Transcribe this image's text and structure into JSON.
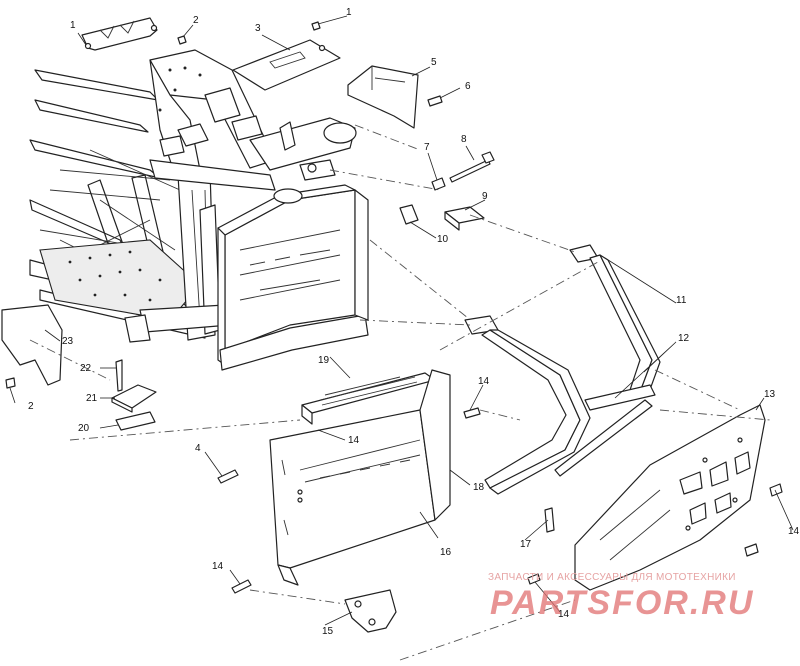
{
  "callouts": {
    "c1a": "1",
    "c2a": "2",
    "c3": "3",
    "c1b": "1",
    "c5": "5",
    "c6": "6",
    "c7": "7",
    "c8": "8",
    "c9": "9",
    "c10": "10",
    "c11": "11",
    "c12": "12",
    "c13": "13",
    "c14a": "14",
    "c14b": "14",
    "c14c": "14",
    "c14d": "14",
    "c14e": "14",
    "c15": "15",
    "c16": "16",
    "c17": "17",
    "c18": "18",
    "c19": "19",
    "c20": "20",
    "c21": "21",
    "c22": "22",
    "c23": "23",
    "c2b": "2",
    "c4": "4"
  },
  "watermark": {
    "text": "ЗАПЧАСТИ И АКСЕССУАРЫ ДЛЯ МОТОТЕХНИКИ",
    "logo_text": "PARTSFOR.RU",
    "color": "#e07070"
  }
}
